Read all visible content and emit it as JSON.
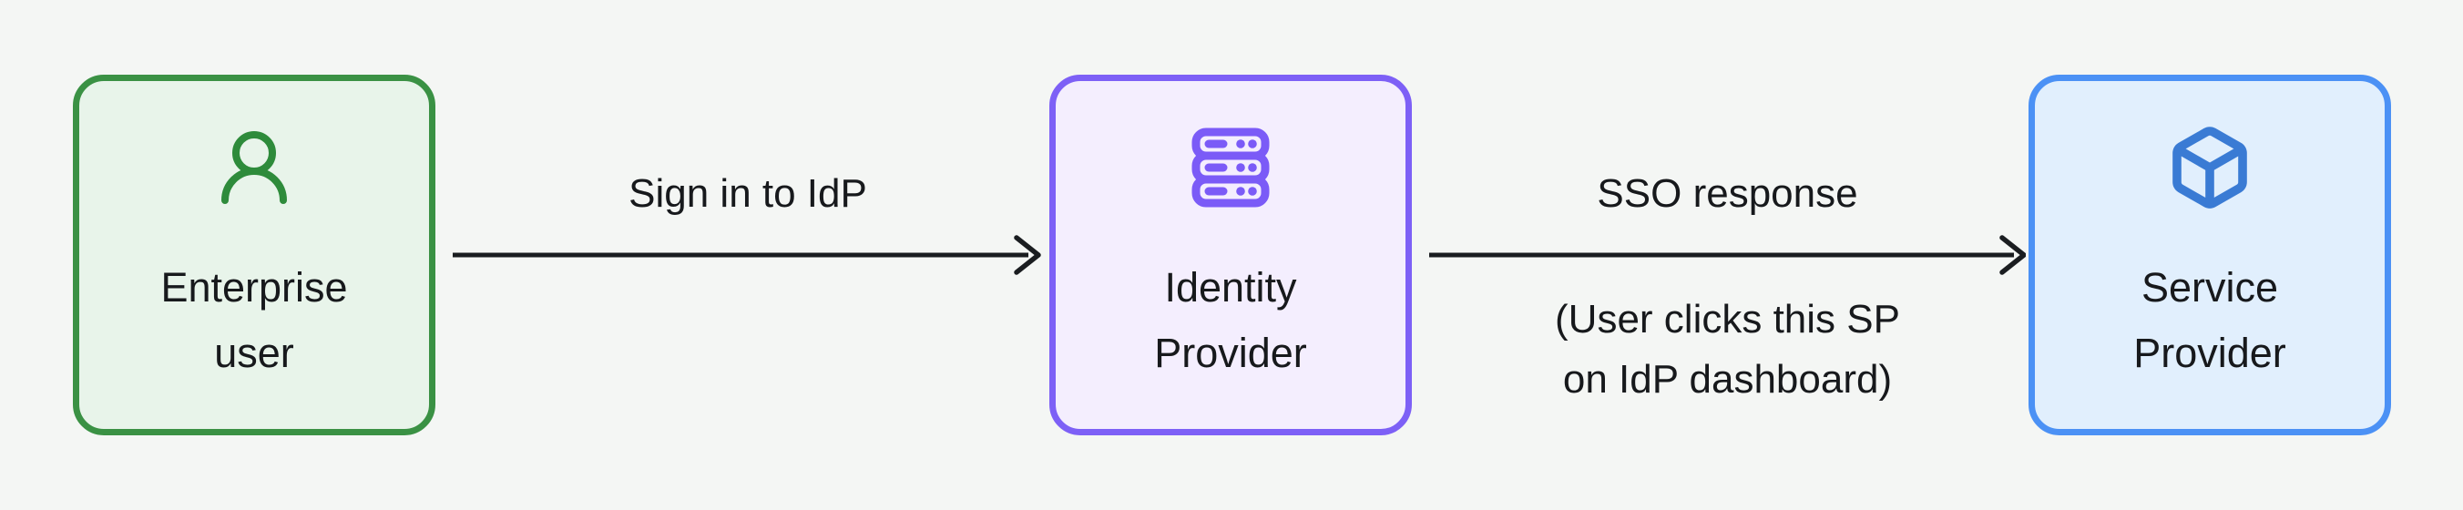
{
  "diagram": {
    "background_color": "#f4f6f4",
    "text_color": "#17191c",
    "arrow_color": "#1a1d20",
    "nodes": [
      {
        "id": "enterprise-user",
        "label_line1": "Enterprise",
        "label_line2": "user",
        "icon": "user-icon",
        "border_color": "#3a9144",
        "fill_color": "#e8f4ea",
        "icon_color": "#2e8b3b"
      },
      {
        "id": "identity-provider",
        "label_line1": "Identity",
        "label_line2": "Provider",
        "icon": "server-rack-icon",
        "border_color": "#7d60f6",
        "fill_color": "#f4eefe",
        "icon_color": "#7b5bf7"
      },
      {
        "id": "service-provider",
        "label_line1": "Service",
        "label_line2": "Provider",
        "icon": "cube-icon",
        "border_color": "#4b91f5",
        "fill_color": "#e1effd",
        "icon_color": "#3a7bd4"
      }
    ],
    "edges": [
      {
        "from": "enterprise-user",
        "to": "identity-provider",
        "label": "Sign in to IdP",
        "sublabel_line1": "",
        "sublabel_line2": ""
      },
      {
        "from": "identity-provider",
        "to": "service-provider",
        "label": "SSO response",
        "sublabel_line1": "(User clicks this SP",
        "sublabel_line2": "on IdP dashboard)"
      }
    ]
  }
}
